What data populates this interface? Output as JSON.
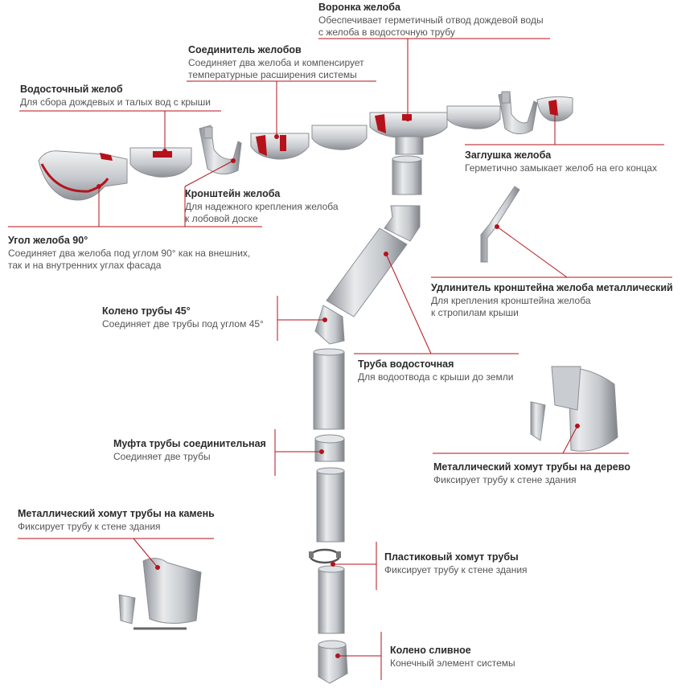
{
  "accent_color": "#b5121b",
  "component_color": "#c9ccd0",
  "labels": [
    {
      "id": "funnel",
      "title": "Воронка желоба",
      "desc": "Обеспечивает герметичный отвод дождевой воды\nс желоба в водосточную трубу"
    },
    {
      "id": "connector",
      "title": "Соединитель желобов",
      "desc": "Соединяет два желоба и компенсирует\nтемпературные расширения системы"
    },
    {
      "id": "gutter",
      "title": "Водосточный желоб",
      "desc": "Для сбора дождевых и талых вод с крыши"
    },
    {
      "id": "endcap",
      "title": "Заглушка желоба",
      "desc": "Герметично замыкает желоб на его концах"
    },
    {
      "id": "bracket",
      "title": "Кронштейн желоба",
      "desc": "Для надежного крепления желоба\nк лобовой доске"
    },
    {
      "id": "corner",
      "title": "Угол желоба 90°",
      "desc": "Соединяет два желоба под углом 90° как на внешних,\nтак и на внутренних углах фасада"
    },
    {
      "id": "extender",
      "title": "Удлинитель кронштейна желоба металлический",
      "desc": "Для крепления кронштейна желоба\nк стропилам крыши"
    },
    {
      "id": "elbow45",
      "title": "Колено трубы 45°",
      "desc": "Соединяет две трубы под углом 45°"
    },
    {
      "id": "pipe",
      "title": "Труба водосточная",
      "desc": "Для водоотвода с крыши до земли"
    },
    {
      "id": "woodclamp",
      "title": "Металлический хомут трубы на дерево",
      "desc": "Фиксирует трубу к стене здания"
    },
    {
      "id": "coupling",
      "title": "Муфта трубы соединительная",
      "desc": "Соединяет две трубы"
    },
    {
      "id": "stoneclamp",
      "title": "Металлический хомут трубы на камень",
      "desc": "Фиксирует трубу к стене здания"
    },
    {
      "id": "plasticclamp",
      "title": "Пластиковый хомут трубы",
      "desc": "Фиксирует трубу к стене здания"
    },
    {
      "id": "outlet",
      "title": "Колено сливное",
      "desc": "Конечный элемент системы"
    }
  ]
}
